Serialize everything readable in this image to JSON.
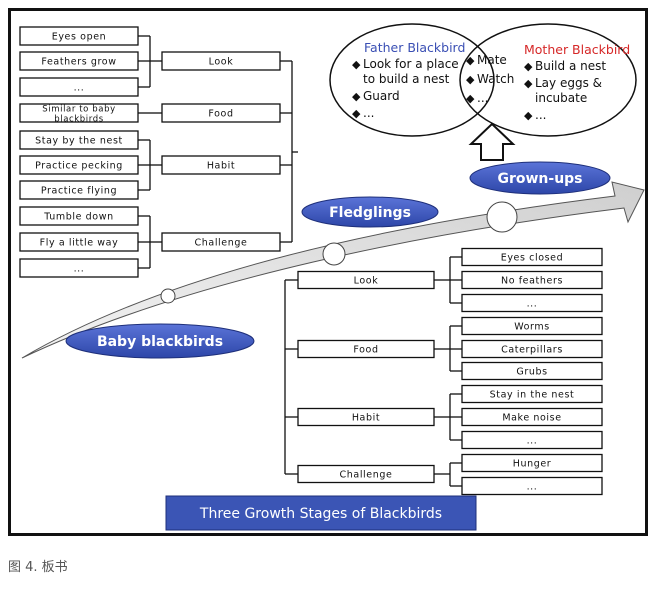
{
  "stages": {
    "baby": "Baby blackbirds",
    "fledglings": "Fledglings",
    "grownups": "Grown-ups"
  },
  "left_tree": {
    "groups": [
      {
        "category": "Look",
        "items": [
          "Eyes open",
          "Feathers grow",
          "..."
        ]
      },
      {
        "category": "Food",
        "items": [
          "Similar to baby|blackbirds"
        ]
      },
      {
        "category": "Habit",
        "items": [
          "Stay by the nest",
          "Practice pecking",
          "Practice flying"
        ]
      },
      {
        "category": "Challenge",
        "items": [
          "Tumble down",
          "Fly a little way",
          "..."
        ]
      }
    ]
  },
  "right_tree": {
    "groups": [
      {
        "category": "Look",
        "items": [
          "Eyes closed",
          "No feathers",
          "..."
        ]
      },
      {
        "category": "Food",
        "items": [
          "Worms",
          "Caterpillars",
          "Grubs"
        ]
      },
      {
        "category": "Habit",
        "items": [
          "Stay in the nest",
          "Make noise",
          "..."
        ]
      },
      {
        "category": "Challenge",
        "items": [
          "Hunger",
          "..."
        ]
      }
    ]
  },
  "venn": {
    "father_title": "Father Blackbird",
    "father_items": [
      "Look for a place|to build a nest",
      "Guard",
      "..."
    ],
    "both_items": [
      "Mate",
      "Watch",
      "..."
    ],
    "mother_title": "Mother Blackbird",
    "mother_items": [
      "Build a nest",
      "Lay eggs &|incubate",
      "..."
    ]
  },
  "title_banner": "Three Growth Stages of Blackbirds",
  "caption": "图 4. 板书",
  "colors": {
    "banner": "#3b55b5",
    "father": "#3a4fb4",
    "mother": "#d62828",
    "line": "#111111"
  }
}
